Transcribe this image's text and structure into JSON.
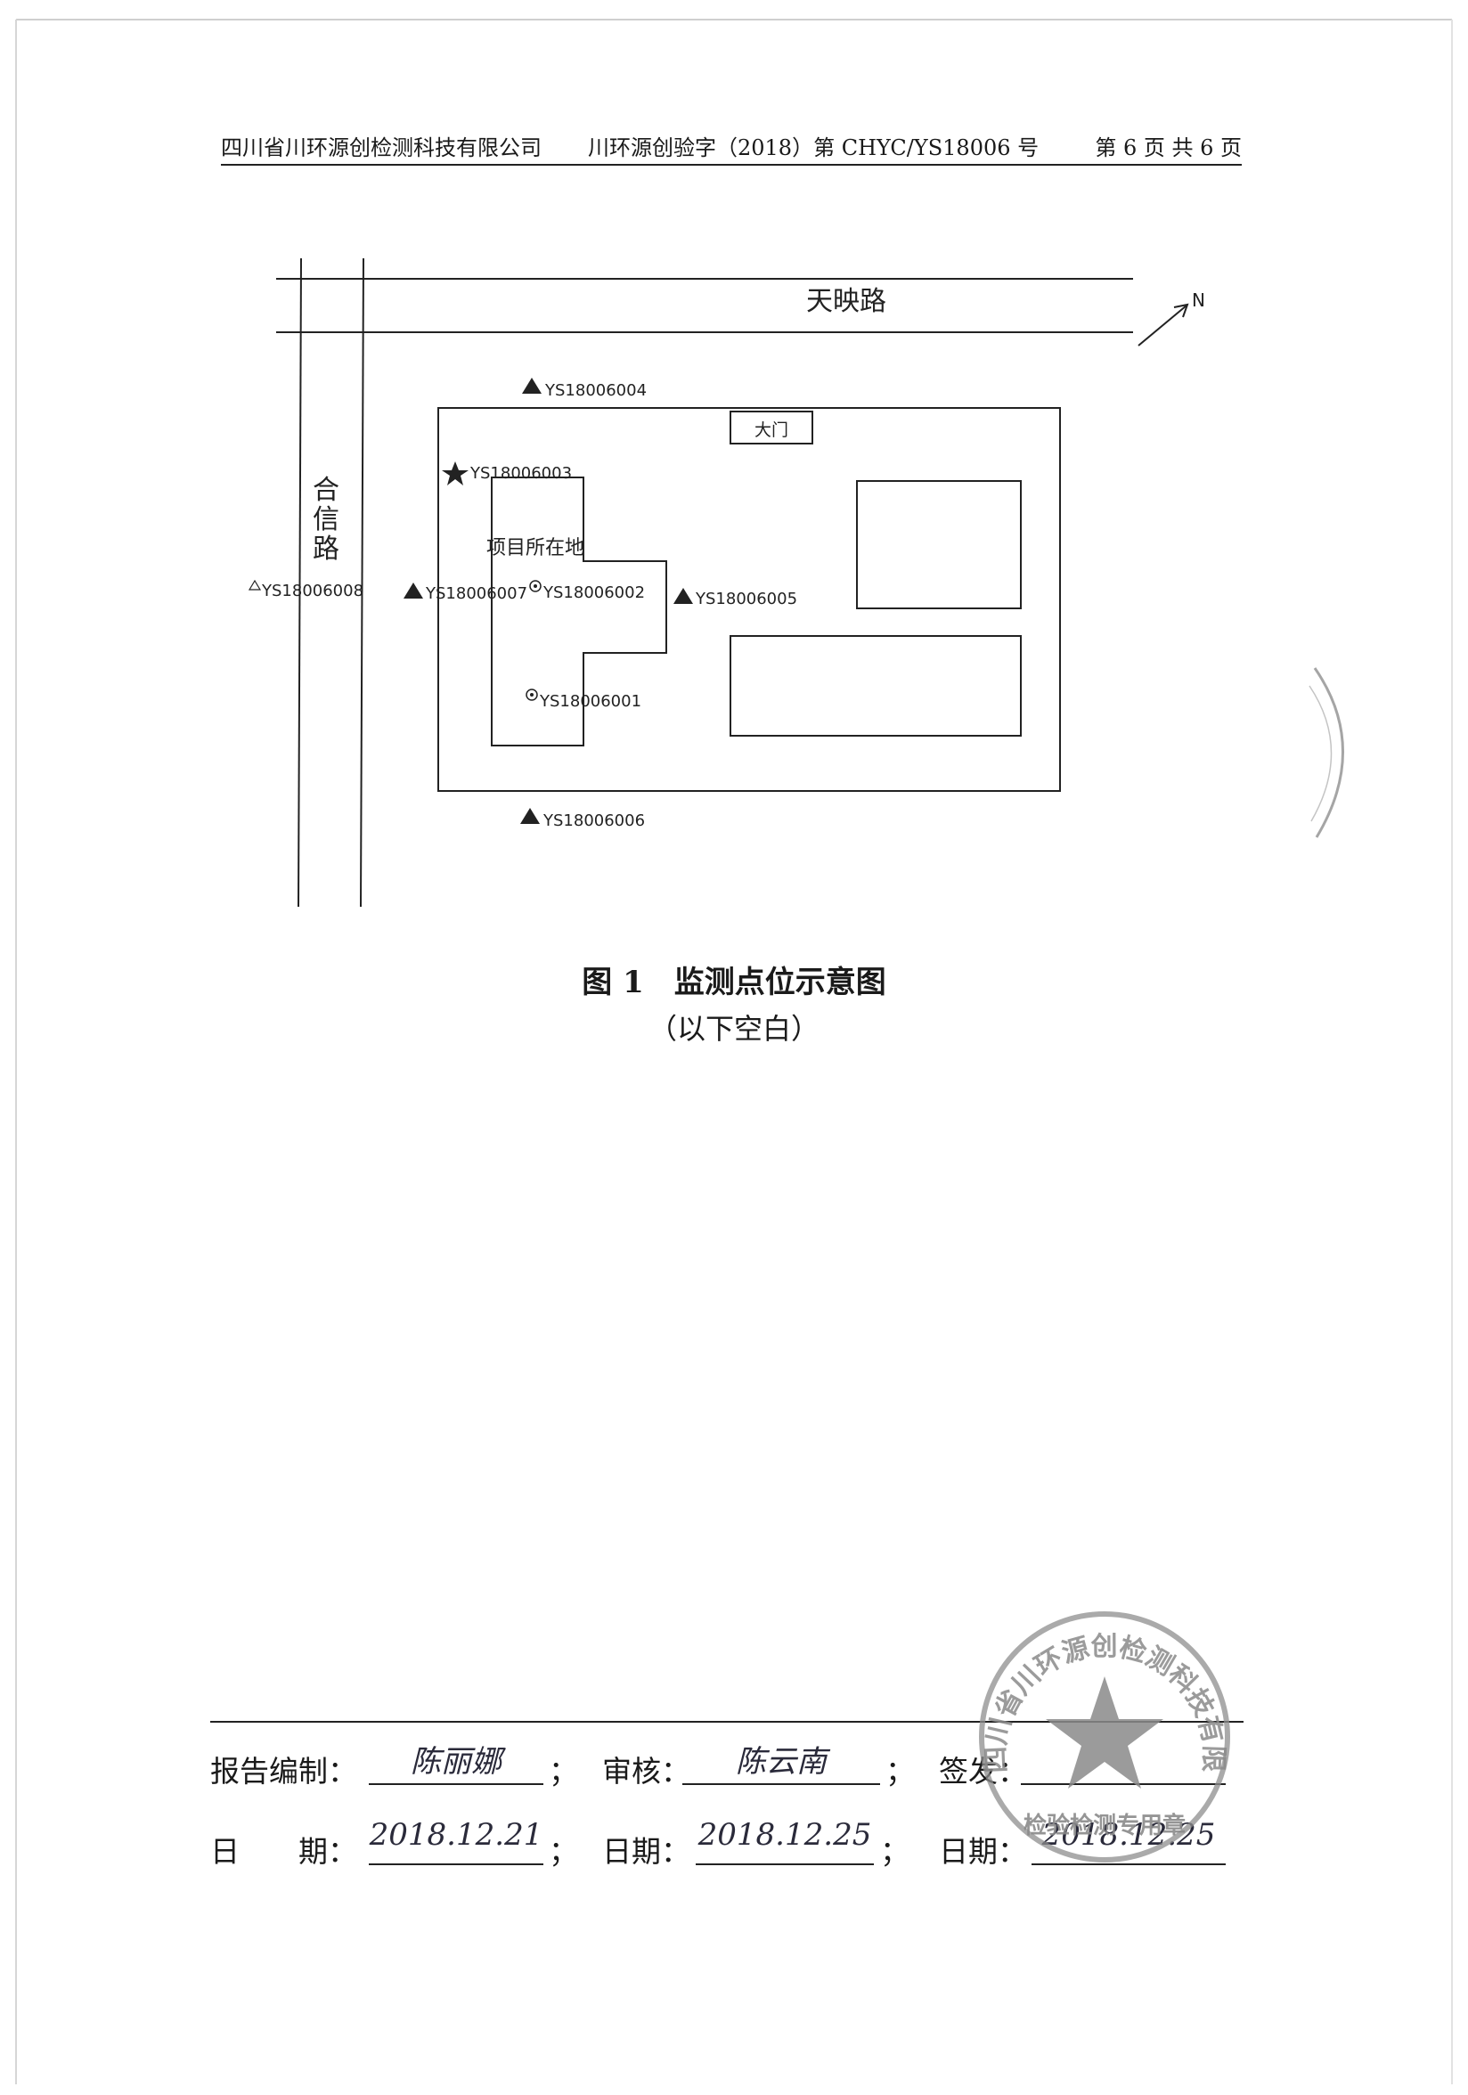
{
  "header": {
    "company": "四川省川环源创检测科技有限公司",
    "report_no": "川环源创验字（2018）第 CHYC/YS18006 号",
    "page_info": "第 6 页 共 6 页"
  },
  "map": {
    "roads": {
      "top": "天映路",
      "left_vertical": [
        "合",
        "信",
        "路"
      ]
    },
    "north_label": "N",
    "gate_label": "大门",
    "project_label": "项目所在地",
    "points": {
      "p001": "YS18006001",
      "p002": "YS18006002",
      "p003": "YS18006003",
      "p004": "YS18006004",
      "p005": "YS18006005",
      "p006": "YS18006006",
      "p007": "YS18006007",
      "p008": "YS18006008"
    }
  },
  "figure": {
    "number": "图 1",
    "title": "监测点位示意图",
    "note": "（以下空白）"
  },
  "signoff": {
    "compiled_label": "报告编制：",
    "review_label": "审核：",
    "issue_label": "签发：",
    "date_label_1": "日　　期：",
    "date_label_2": "日期：",
    "date_label_3": "日期：",
    "compiled_signature": "陈丽娜",
    "review_signature": "陈云南",
    "issue_signature": "",
    "date_1": "2018.12.21",
    "date_2": "2018.12.25",
    "date_3": "2018.12.25",
    "separator": "；"
  },
  "stamp": {
    "ring_text": "四川省川环源创检测科技有限公司",
    "bottom_text": "检验检测专用章"
  },
  "colors": {
    "ink": "#1a1a1a",
    "stamp_gray": "#9a9a9a"
  }
}
